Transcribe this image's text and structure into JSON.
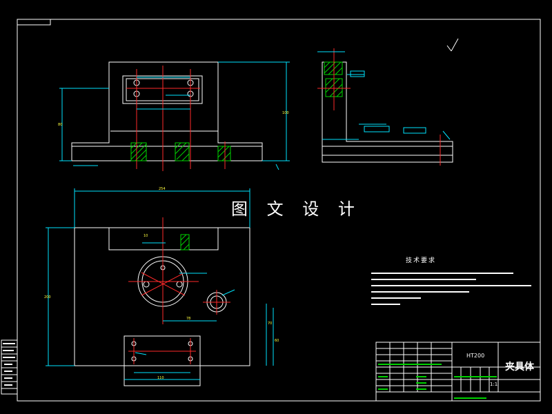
{
  "watermark": "图 文 设 计",
  "tech_requirements": {
    "title": "技术要求"
  },
  "title_block": {
    "material": "HT200",
    "part_name": "夹具体",
    "scale": "1:1"
  },
  "colors": {
    "background": "#000000",
    "outline": "#ffffff",
    "dimension": "#00e5ff",
    "centerline": "#ff2a2a",
    "hatch": "#00d400",
    "annotation": "#ffff40"
  }
}
